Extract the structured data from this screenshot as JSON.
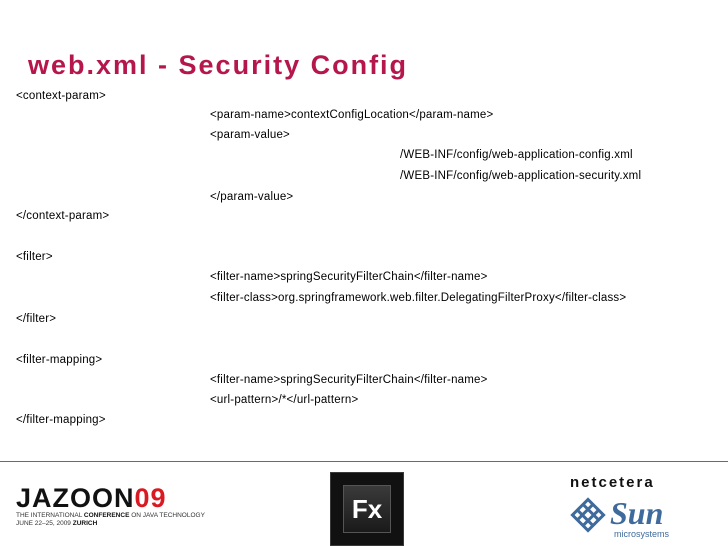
{
  "slide": {
    "title": "web.xml - Security Config",
    "code_lines": [
      "<context-param>",
      "<param-name>contextConfigLocation</param-name>",
      "<param-value>",
      "/WEB-INF/config/web-application-config.xml",
      "/WEB-INF/config/web-application-security.xml",
      "</param-value>",
      "</context-param>",
      "<filter>",
      "<filter-name>springSecurityFilterChain</filter-name>",
      "<filter-class>org.springframework.web.filter.DelegatingFilterProxy</filter-class>",
      "</filter>",
      "<filter-mapping>",
      "<filter-name>springSecurityFilterChain</filter-name>",
      "<url-pattern>/*</url-pattern>",
      "</filter-mapping>"
    ]
  },
  "footer": {
    "jazoon_name": "JAZOON",
    "jazoon_year": "09",
    "jazoon_tagline_1": "THE INTERNATIONAL ",
    "jazoon_tagline_bold": "CONFERENCE",
    "jazoon_tagline_2": " ON JAVA TECHNOLOGY",
    "jazoon_dates": "JUNE 22–25, 2009 ",
    "jazoon_city": "ZURICH",
    "fx_label": "Fx",
    "netcetera": "netcetera",
    "sun_word": "Sun",
    "sun_sub": "microsystems"
  },
  "colors": {
    "title": "#b5164b",
    "sun_blue": "#3e6a9c",
    "jazoon_red": "#d91a23"
  }
}
